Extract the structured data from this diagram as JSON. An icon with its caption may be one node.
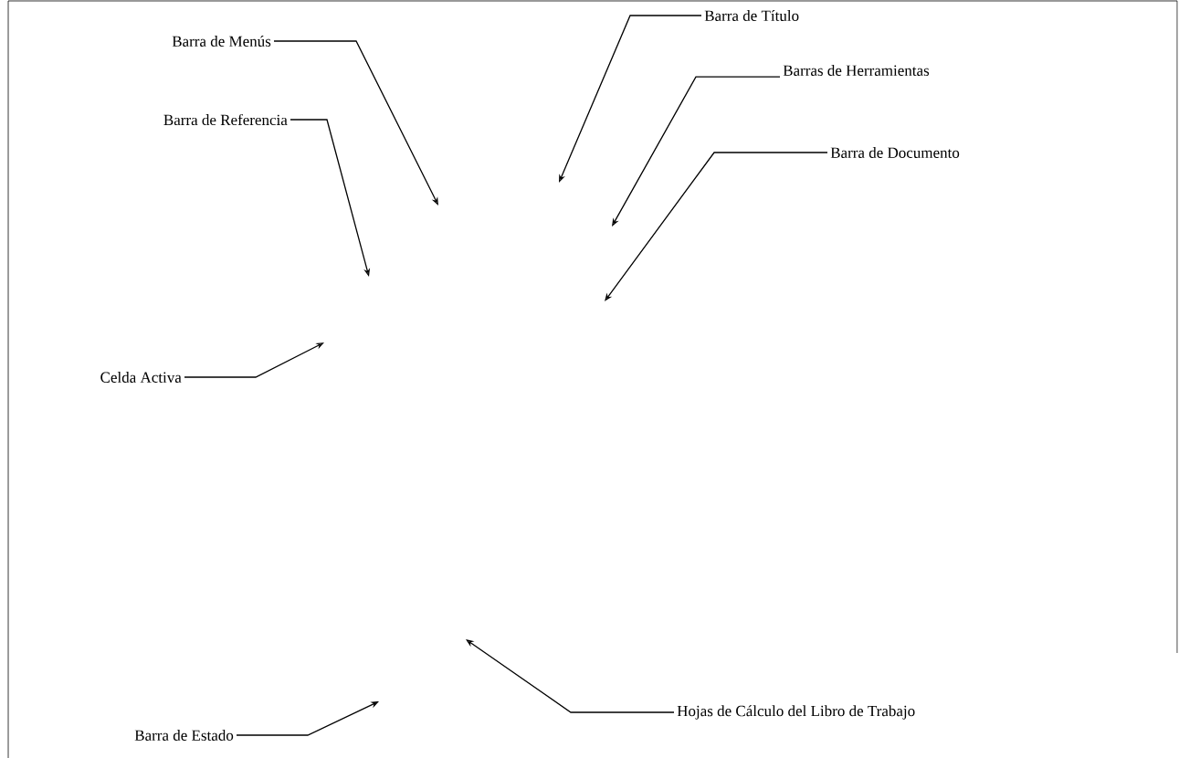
{
  "diagram": {
    "nodes": [
      {
        "text": [
          "Barra de Título"
        ]
      },
      {
        "text": [
          "Barra de Menús"
        ]
      },
      {
        "text": [
          "Barras de Herramientas"
        ]
      },
      {
        "text": [
          "Barra de Referencia"
        ]
      },
      {
        "text": [
          "Barra de Documento"
        ]
      },
      {
        "text": [
          "Celda Activa"
        ]
      },
      {
        "text": [
          "Hojas de Cálculo del Libro de Trabajo"
        ]
      },
      {
        "text": [
          "Barra de Estado"
        ]
      }
    ],
    "edges": [
      {
        "from": 0,
        "to": null,
        "arrow": "to"
      },
      {
        "from": 1,
        "to": null,
        "arrow": "to"
      },
      {
        "from": 2,
        "to": null,
        "arrow": "to"
      },
      {
        "from": 3,
        "to": null,
        "arrow": "to"
      },
      {
        "from": 4,
        "to": null,
        "arrow": "to"
      },
      {
        "from": 5,
        "to": null,
        "arrow": "to"
      },
      {
        "from": 6,
        "to": null,
        "arrow": "to"
      },
      {
        "from": 7,
        "to": null,
        "arrow": "to"
      }
    ]
  }
}
